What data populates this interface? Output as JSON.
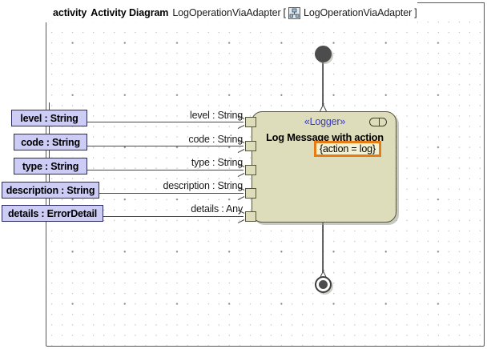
{
  "frame": {
    "keyword": "activity",
    "kind": "Activity Diagram",
    "name": "LogOperationViaAdapter",
    "bracket_open": "[",
    "bracket_close": "]",
    "context_name": "LogOperationViaAdapter",
    "icon": "activity-diagram-icon"
  },
  "parameters": [
    {
      "label": "level : String",
      "name": "level",
      "type": "String"
    },
    {
      "label": "code : String",
      "name": "code",
      "type": "String"
    },
    {
      "label": "type : String",
      "name": "type",
      "type": "String"
    },
    {
      "label": "description : String",
      "name": "description",
      "type": "String"
    },
    {
      "label": "details : ErrorDetail",
      "name": "details",
      "type": "ErrorDetail"
    }
  ],
  "pin_labels": [
    "level : String",
    "code : String",
    "type : String",
    "description : String",
    "details : Any"
  ],
  "action_node": {
    "stereotype": "«Logger»",
    "name": "Log Message with action",
    "tagged_value": "{action = log}",
    "adornment": "rake-icon"
  },
  "control_nodes": {
    "initial": "initial-node",
    "final": "activity-final-node"
  },
  "colors": {
    "parameter_fill": "#ccccf4",
    "parameter_border": "#2b2b5e",
    "node_fill": "#dddcbb",
    "node_border": "#55553a",
    "stereotype_text": "#3a3ac8",
    "highlight_border": "#e87c14",
    "canvas": "#ffffff"
  }
}
